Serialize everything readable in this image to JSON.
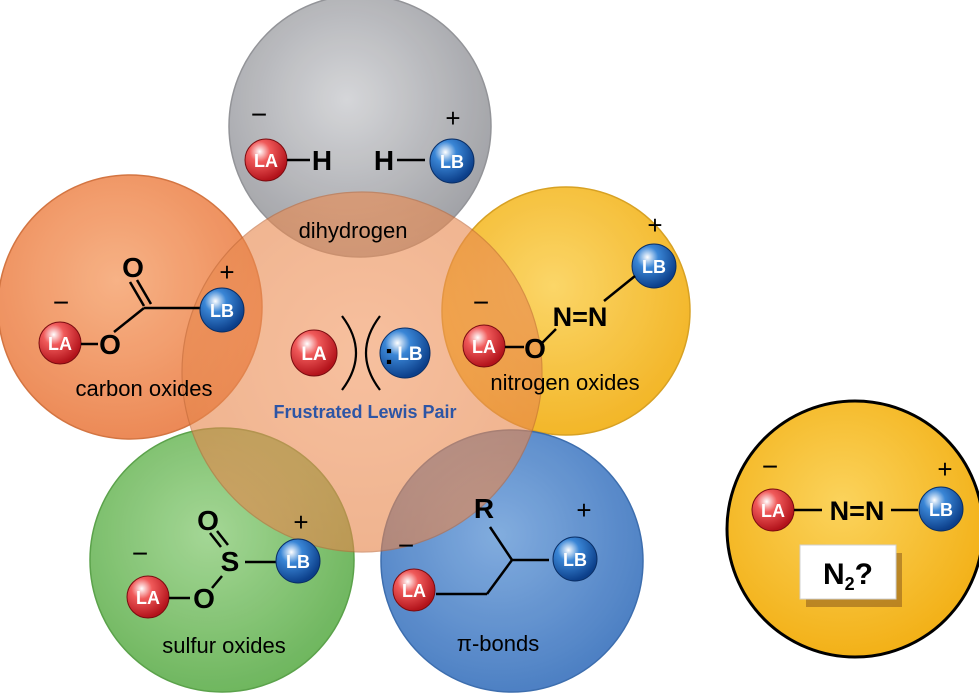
{
  "labels": {
    "la": "LA",
    "lb": "LB",
    "h": "H",
    "o": "O",
    "n": "N",
    "s": "S",
    "r": "R",
    "minus": "−",
    "plus": "+",
    "n_eq_n": "N=N",
    "lone_pair": ":",
    "center_title": "Frustrated Lewis Pair",
    "dihydrogen": "dihydrogen",
    "carbon_oxides": "carbon oxides",
    "nitrogen_oxides": "nitrogen oxides",
    "sulfur_oxides": "sulfur oxides",
    "pi_bonds": "π-bonds",
    "n2_main": "N",
    "n2_sub": "2",
    "n2_q": "?"
  },
  "colors": {
    "dihydrogen": "#a9aaaf",
    "carbon": "#f0945a",
    "nitrogen": "#f6c12e",
    "sulfur": "#7cc16b",
    "pi": "#4f87c9",
    "center": "#ee8a58",
    "la_red": "#e8323c",
    "lb_blue": "#1d6fbf",
    "title_blue": "#2d55a5"
  }
}
